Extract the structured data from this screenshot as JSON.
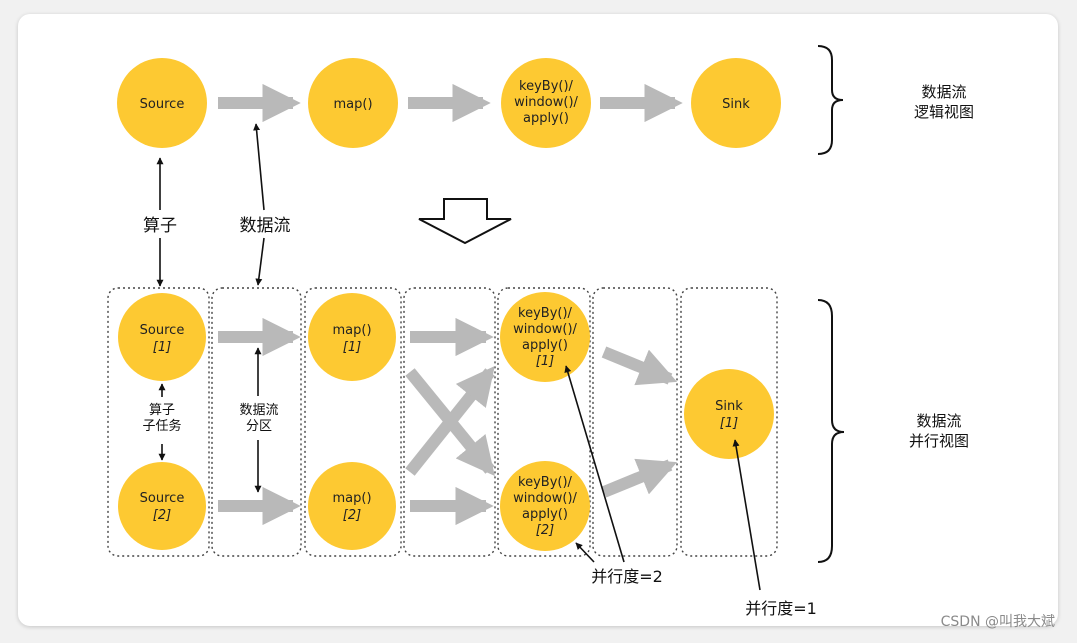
{
  "logical_view": {
    "nodes": {
      "source": "Source",
      "map": "map()",
      "keyby": [
        "keyBy()/",
        "window()/",
        "apply()"
      ],
      "sink": "Sink"
    },
    "side_label": [
      "数据流",
      "逻辑视图"
    ]
  },
  "annotations": {
    "operator": "算子",
    "dataflow": "数据流",
    "subtask": [
      "算子",
      "子任务"
    ],
    "partition": [
      "数据流",
      "分区"
    ],
    "parallelism_2": "并行度=2",
    "parallelism_1": "并行度=1"
  },
  "parallel_view": {
    "source_1": [
      "Source",
      "[1]"
    ],
    "source_2": [
      "Source",
      "[2]"
    ],
    "map_1": [
      "map()",
      "[1]"
    ],
    "map_2": [
      "map()",
      "[2]"
    ],
    "keyby_1": [
      "keyBy()/",
      "window()/",
      "apply()",
      "[1]"
    ],
    "keyby_2": [
      "keyBy()/",
      "window()/",
      "apply()",
      "[2]"
    ],
    "sink_1": [
      "Sink",
      "[1]"
    ],
    "side_label": [
      "数据流",
      "并行视图"
    ]
  },
  "watermark": "CSDN @叫我大斌",
  "colors": {
    "node_fill": "#fdc932",
    "flow_arrow": "#b9b9b9",
    "annotation_line": "#111111",
    "box_border": "#444444"
  }
}
